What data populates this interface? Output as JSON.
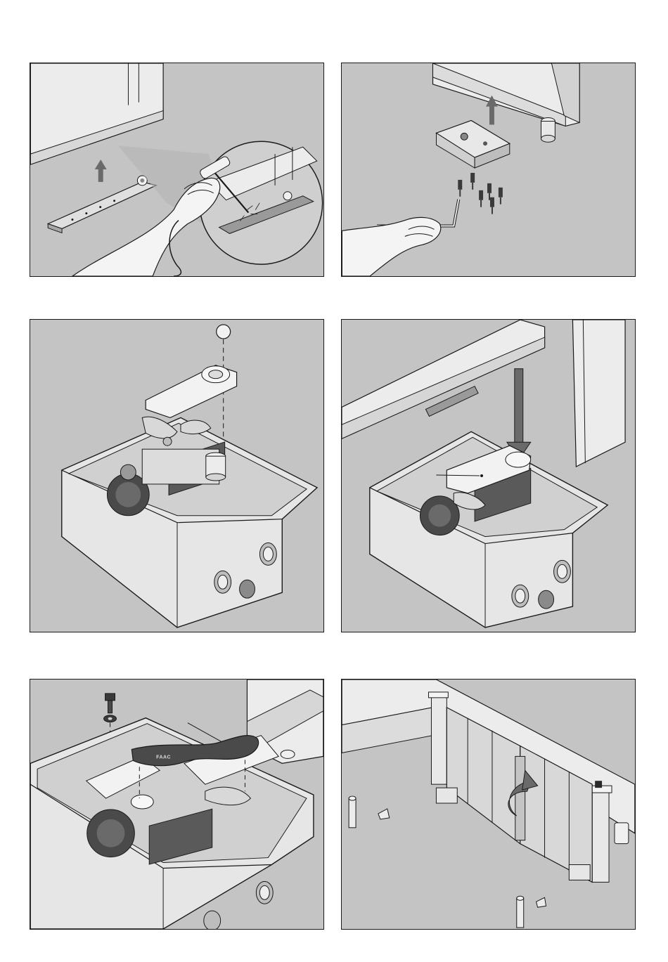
{
  "page": {
    "panels": [
      {
        "id": "step-1",
        "icon": "welding-fixing-plate"
      },
      {
        "id": "step-2",
        "icon": "screw-bracket-to-gate"
      },
      {
        "id": "step-3",
        "icon": "insert-lever-in-foundation-box"
      },
      {
        "id": "step-4",
        "icon": "lower-gate-onto-lever"
      },
      {
        "id": "step-5",
        "icon": "fit-cover-and-screw"
      },
      {
        "id": "step-6",
        "icon": "gate-swing-stops"
      }
    ],
    "cover_logo_text": "FAAC",
    "colors": {
      "background": "#c4c4c4",
      "line": "#1a1a1a",
      "light": "#ececec",
      "dark": "#3a3a3a"
    }
  }
}
